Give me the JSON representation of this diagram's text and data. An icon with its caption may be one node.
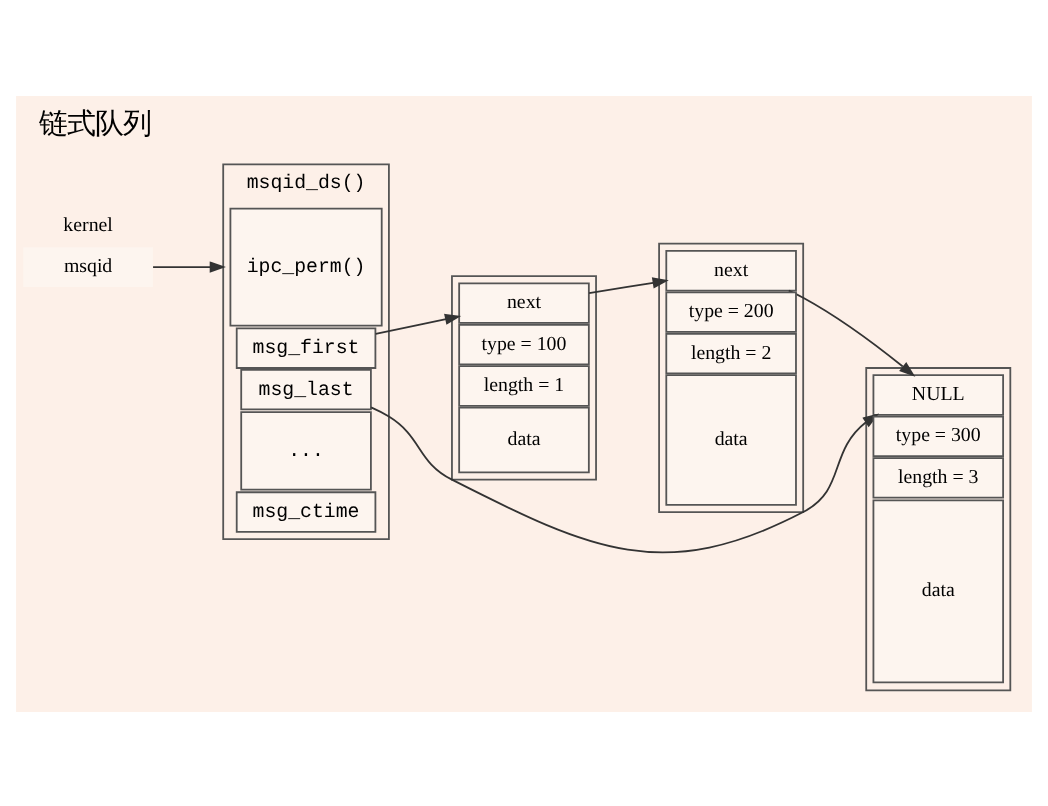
{
  "diagram": {
    "title": "链式队列",
    "nodes": [
      {
        "text": [
          "msqid"
        ]
      },
      {
        "text": [
          "msqid_ds()"
        ]
      },
      {
        "text": [
          "ipc_perm()"
        ],
        "in": 1
      },
      {
        "text": [
          "msg_first"
        ],
        "in": 1
      },
      {
        "text": [
          "msg_last"
        ],
        "in": 1
      },
      {
        "text": [
          "..."
        ],
        "in": 1
      },
      {
        "text": [
          "msg_ctime"
        ],
        "in": 1
      },
      {
        "text": [],
        "shape": "box"
      },
      {
        "text": [
          "next"
        ],
        "in": 7
      },
      {
        "text": [
          "type = 100"
        ],
        "in": 7
      },
      {
        "text": [
          "length = 1"
        ],
        "in": 7
      },
      {
        "text": [
          "data"
        ],
        "in": 7
      },
      {
        "text": [],
        "shape": "box"
      },
      {
        "text": [
          "next"
        ],
        "in": 12
      },
      {
        "text": [
          "type = 200"
        ],
        "in": 12
      },
      {
        "text": [
          "length = 2"
        ],
        "in": 12
      },
      {
        "text": [
          "data"
        ],
        "in": 12
      },
      {
        "text": [],
        "shape": "box"
      },
      {
        "text": [
          "NULL"
        ],
        "in": 17
      },
      {
        "text": [
          "type = 300"
        ],
        "in": 17
      },
      {
        "text": [
          "length = 3"
        ],
        "in": 17
      },
      {
        "text": [
          "data"
        ],
        "in": 17
      }
    ],
    "edges": [
      {
        "from": 0,
        "to": 1,
        "arrow": "to"
      },
      {
        "from": 3,
        "to": 8,
        "arrow": "to"
      },
      {
        "from": 8,
        "to": 13,
        "arrow": "to"
      },
      {
        "from": 13,
        "to": 18,
        "arrow": "to"
      },
      {
        "from": 4,
        "to": 18,
        "arrow": "to"
      }
    ],
    "labels": [
      "kernel"
    ]
  }
}
